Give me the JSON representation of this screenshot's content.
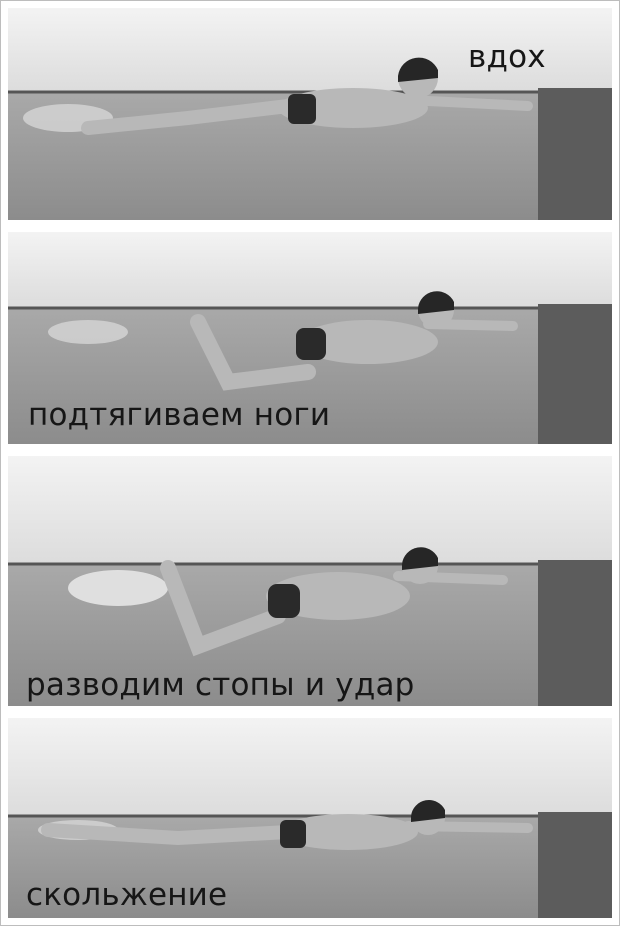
{
  "panels": [
    {
      "id": "inhale",
      "caption": "вдох"
    },
    {
      "id": "pull-legs",
      "caption": "подтягиваем ноги"
    },
    {
      "id": "spread-kick",
      "caption": "разводим стопы и удар"
    },
    {
      "id": "glide",
      "caption": "скольжение"
    }
  ],
  "colors": {
    "sky": "#e9e9e9",
    "water": "#9a9a9a",
    "water_dark": "#6a6a6a",
    "pool_wall": "#5c5c5c",
    "skin": "#b8b8b8",
    "trunks": "#2a2a2a",
    "cap": "#262626",
    "text": "#161616"
  }
}
